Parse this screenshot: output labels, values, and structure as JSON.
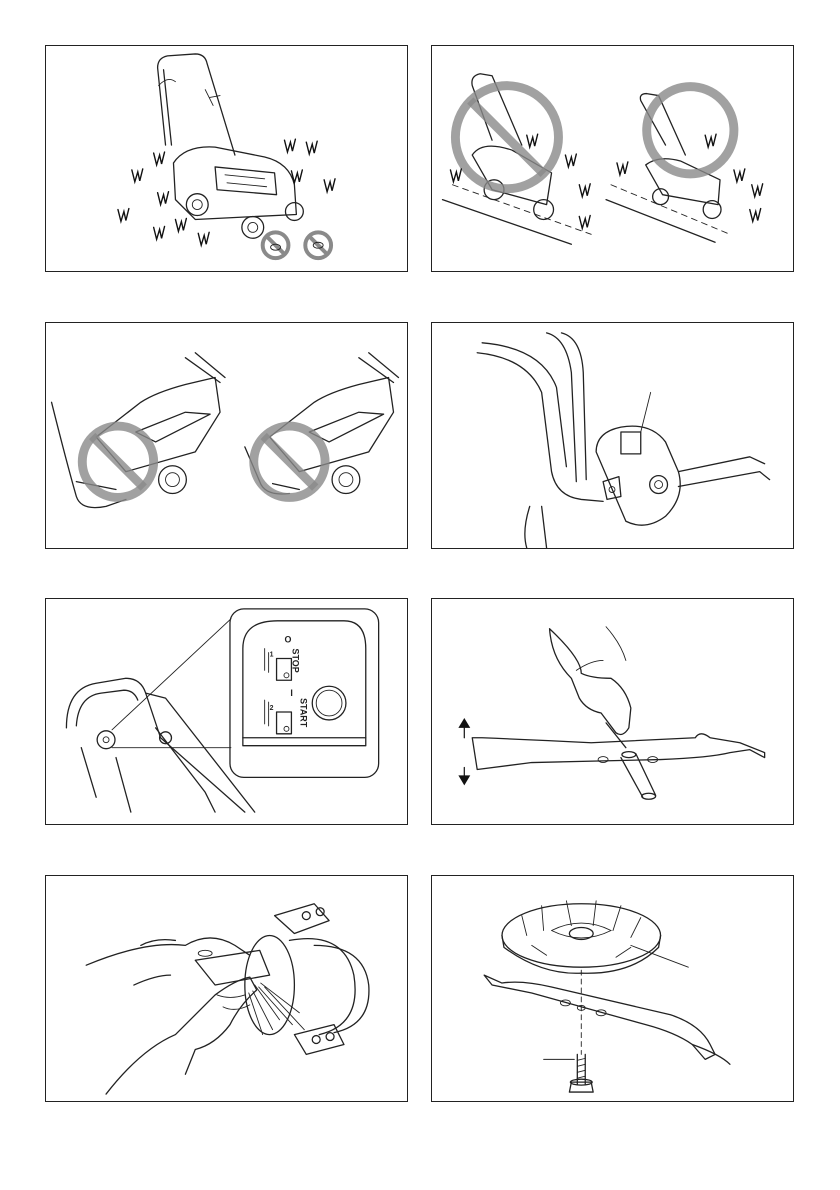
{
  "figures": [
    {
      "id": 1,
      "name": "mower-on-lawn"
    },
    {
      "id": 2,
      "name": "mower-on-slope"
    },
    {
      "id": 3,
      "name": "feet-near-housing"
    },
    {
      "id": 4,
      "name": "handle-switch-box"
    },
    {
      "id": 5,
      "name": "switch-detail"
    },
    {
      "id": 6,
      "name": "blade-balance-check"
    },
    {
      "id": 7,
      "name": "blade-sharpening"
    },
    {
      "id": 8,
      "name": "blade-assembly"
    }
  ],
  "switch_panel": {
    "stop_label": "STOP",
    "start_label": "START",
    "off_symbol": "O",
    "on_symbol": "I",
    "step1": "1",
    "step2": "2"
  },
  "colors": {
    "line": "#222222",
    "prohibition": "#8a8a8a",
    "background": "#ffffff"
  }
}
